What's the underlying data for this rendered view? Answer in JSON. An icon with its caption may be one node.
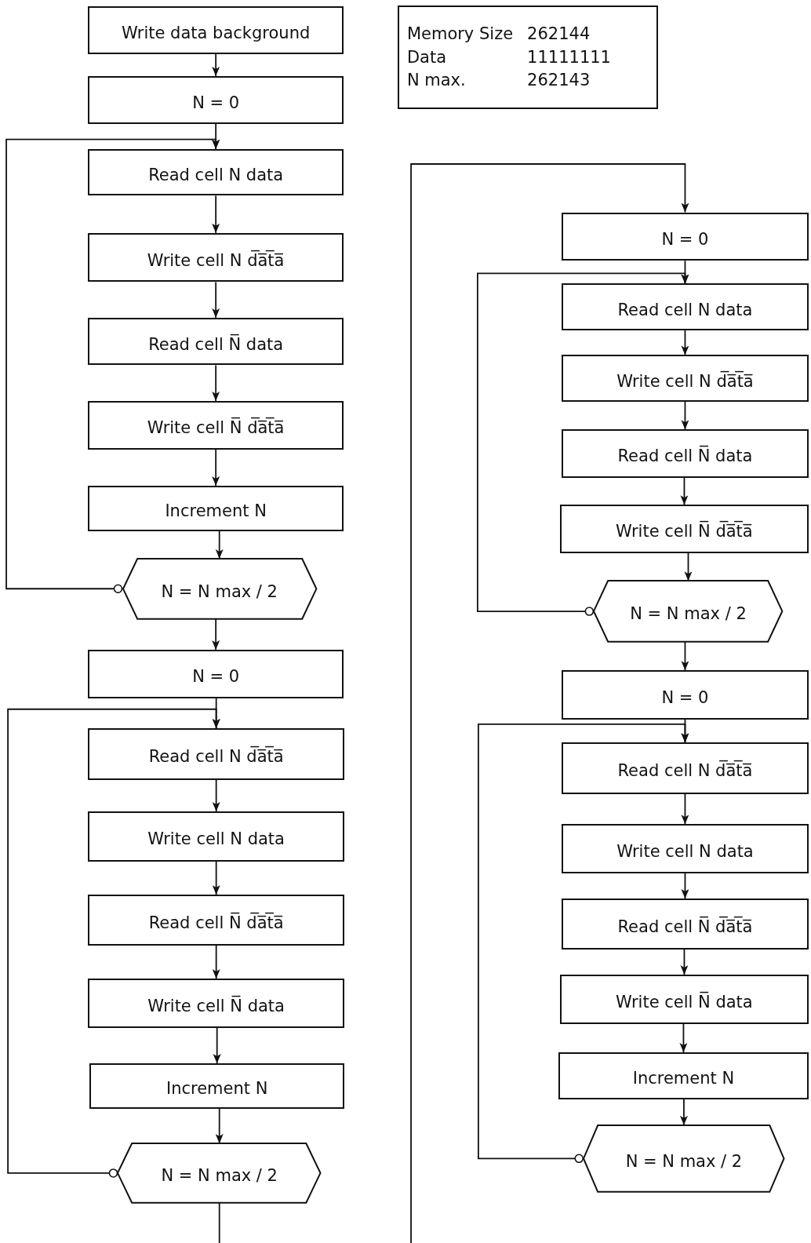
{
  "diagram": {
    "nodes": [
      {
        "text": [
          "Write data background"
        ]
      },
      {
        "text": [
          "N = 0"
        ]
      },
      {
        "text": [
          "Read cell N data"
        ]
      },
      {
        "text": [
          "Write cell N d̅a̅t̅a̅"
        ]
      },
      {
        "text": [
          "Read cell N̅ data"
        ]
      },
      {
        "text": [
          "Write cell N̅ d̅a̅t̅a̅"
        ]
      },
      {
        "text": [
          "Increment N"
        ]
      },
      {
        "text": [
          "N = N max / 2"
        ]
      },
      {
        "text": [
          "N = 0"
        ]
      },
      {
        "text": [
          "Read cell N d̅a̅t̅a̅"
        ]
      },
      {
        "text": [
          "Write cell N data"
        ]
      },
      {
        "text": [
          "Read cell N̅ d̅a̅t̅a̅"
        ]
      },
      {
        "text": [
          "Write cell N̅ data"
        ]
      },
      {
        "text": [
          "Increment N"
        ]
      },
      {
        "text": [
          "N = N max / 2"
        ]
      },
      {
        "text": [
          "N = 0"
        ]
      },
      {
        "text": [
          "Read cell N data"
        ]
      },
      {
        "text": [
          "Write cell N d̅a̅t̅a̅"
        ]
      },
      {
        "text": [
          "Read cell N̅ data"
        ]
      },
      {
        "text": [
          "Write cell N̅ d̅a̅t̅a̅"
        ]
      },
      {
        "text": [
          "N = N max / 2"
        ]
      },
      {
        "text": [
          "N = 0"
        ]
      },
      {
        "text": [
          "Read cell N d̅a̅t̅a̅"
        ]
      },
      {
        "text": [
          "Write cell N data"
        ]
      },
      {
        "text": [
          "Read cell N̅ d̅a̅t̅a̅"
        ]
      },
      {
        "text": [
          "Write cell N̅ data"
        ]
      },
      {
        "text": [
          "Increment N"
        ]
      },
      {
        "text": [
          "N = N max / 2"
        ]
      },
      {
        "text": [
          "Memory Size",
          "262144",
          "Data",
          "11111111",
          "N max.",
          "262143"
        ]
      }
    ],
    "edges": [
      {
        "from": 0,
        "to": 1,
        "arrow": "to"
      },
      {
        "from": 1,
        "to": 2,
        "arrow": "to"
      },
      {
        "from": 2,
        "to": 3,
        "arrow": "to"
      },
      {
        "from": 3,
        "to": 4,
        "arrow": "to"
      },
      {
        "from": 4,
        "to": 5,
        "arrow": "to"
      },
      {
        "from": 5,
        "to": 6,
        "arrow": "to"
      },
      {
        "from": 6,
        "to": 7,
        "arrow": "to"
      },
      {
        "from": 7,
        "to": 2,
        "arrow": "to"
      },
      {
        "from": 7,
        "to": 8,
        "arrow": "to"
      },
      {
        "from": 8,
        "to": 9,
        "arrow": "to"
      },
      {
        "from": 9,
        "to": 10,
        "arrow": "to"
      },
      {
        "from": 10,
        "to": 11,
        "arrow": "to"
      },
      {
        "from": 11,
        "to": 12,
        "arrow": "to"
      },
      {
        "from": 12,
        "to": 13,
        "arrow": "to"
      },
      {
        "from": 13,
        "to": 14,
        "arrow": "to"
      },
      {
        "from": 14,
        "to": 9,
        "arrow": "to"
      },
      {
        "from": 14,
        "to": null,
        "arrow": "none"
      },
      {
        "from": null,
        "to": 15,
        "arrow": "to"
      },
      {
        "from": 15,
        "to": 16,
        "arrow": "to"
      },
      {
        "from": 16,
        "to": 17,
        "arrow": "to"
      },
      {
        "from": 17,
        "to": 18,
        "arrow": "to"
      },
      {
        "from": 18,
        "to": 19,
        "arrow": "to"
      },
      {
        "from": 19,
        "to": 20,
        "arrow": "to"
      },
      {
        "from": 20,
        "to": 16,
        "arrow": "to"
      },
      {
        "from": 20,
        "to": 21,
        "arrow": "to"
      },
      {
        "from": 21,
        "to": 22,
        "arrow": "to"
      },
      {
        "from": 22,
        "to": 23,
        "arrow": "to"
      },
      {
        "from": 23,
        "to": 24,
        "arrow": "to"
      },
      {
        "from": 24,
        "to": 25,
        "arrow": "to"
      },
      {
        "from": 25,
        "to": 26,
        "arrow": "to"
      },
      {
        "from": 26,
        "to": 27,
        "arrow": "to"
      },
      {
        "from": 27,
        "to": 22,
        "arrow": "to"
      }
    ]
  }
}
